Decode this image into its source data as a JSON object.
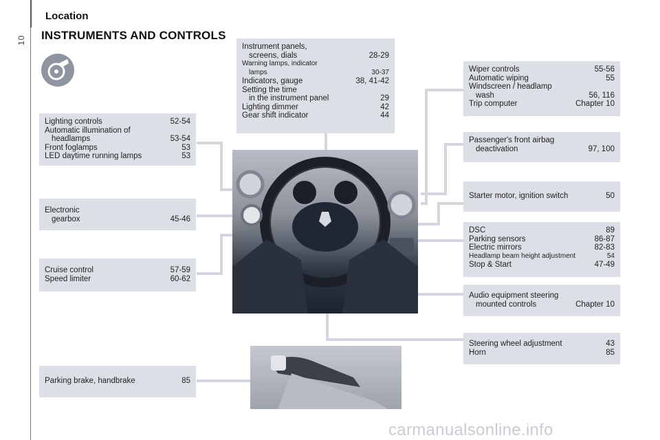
{
  "header": {
    "section": "Location",
    "page_number": "10",
    "title": "INSTRUMENTS AND CONTROLS"
  },
  "boxes": {
    "instrument_panels": {
      "rows": [
        {
          "label": "Instrument panels,",
          "page": ""
        },
        {
          "label": "screens, dials",
          "page": "28-29"
        },
        {
          "label": "Warning lamps, indicator",
          "page": ""
        },
        {
          "label": "lamps",
          "page": "30-37"
        },
        {
          "label": "Indicators, gauge",
          "page": "38, 41-42"
        },
        {
          "label": "Setting the time",
          "page": ""
        },
        {
          "label": "in the instrument panel",
          "page": "29"
        },
        {
          "label": "Lighting dimmer",
          "page": "42"
        },
        {
          "label": "Gear shift indicator",
          "page": "44"
        }
      ]
    },
    "wiper": {
      "rows": [
        {
          "label": "Wiper controls",
          "page": "55-56"
        },
        {
          "label": "Automatic wiping",
          "page": "55"
        },
        {
          "label": "Windscreen / headlamp",
          "page": ""
        },
        {
          "label": "wash",
          "page": "56, 116"
        },
        {
          "label": "Trip computer",
          "page": "Chapter 10"
        }
      ]
    },
    "lighting": {
      "rows": [
        {
          "label": "Lighting controls",
          "page": "52-54"
        },
        {
          "label": "Automatic illumination of",
          "page": ""
        },
        {
          "label": "headlamps",
          "page": "53-54"
        },
        {
          "label": "Front foglamps",
          "page": "53"
        },
        {
          "label": "LED daytime running lamps",
          "page": "53"
        }
      ]
    },
    "airbag": {
      "rows": [
        {
          "label": "Passenger's front airbag",
          "page": ""
        },
        {
          "label": "deactivation",
          "page": "97, 100"
        }
      ]
    },
    "starter": {
      "rows": [
        {
          "label": "Starter motor, ignition switch",
          "page": "50"
        }
      ]
    },
    "gearbox": {
      "rows": [
        {
          "label": "Electronic",
          "page": ""
        },
        {
          "label": "gearbox",
          "page": "45-46"
        }
      ]
    },
    "dsc": {
      "rows": [
        {
          "label": "DSC",
          "page": "89"
        },
        {
          "label": "Parking sensors",
          "page": "86-87"
        },
        {
          "label": "Electric mirrors",
          "page": "82-83"
        },
        {
          "label": "Headlamp beam height adjustment",
          "page": "54"
        },
        {
          "label": "Stop & Start",
          "page": "47-49"
        }
      ]
    },
    "cruise": {
      "rows": [
        {
          "label": "Cruise control",
          "page": "57-59"
        },
        {
          "label": "Speed limiter",
          "page": "60-62"
        }
      ]
    },
    "audio": {
      "rows": [
        {
          "label": "Audio equipment steering",
          "page": ""
        },
        {
          "label": "mounted controls",
          "page": "Chapter 10"
        }
      ]
    },
    "steering": {
      "rows": [
        {
          "label": "Steering wheel adjustment",
          "page": "43"
        },
        {
          "label": "Horn",
          "page": "85"
        }
      ]
    },
    "parking": {
      "rows": [
        {
          "label": "Parking brake, handbrake",
          "page": "85"
        }
      ]
    }
  },
  "watermark": "carmanualsonline.info",
  "colors": {
    "box_bg": "#dcdfe5",
    "connector": "#d3d6dd"
  }
}
